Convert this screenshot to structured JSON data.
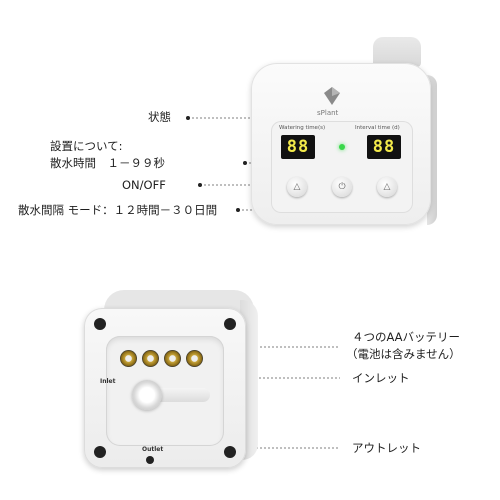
{
  "callouts": {
    "status": "状態",
    "settings_title": "設置について:",
    "watering_time": "散水時間　１－９９秒",
    "onoff": "ON/OFF",
    "interval_mode": "散水間隔 モード：１２時間－３０日間",
    "batteries": "４つのAAバッテリー",
    "batteries_note": "（電池は含みません）",
    "inlet": "インレット",
    "outlet": "アウトレット"
  },
  "device": {
    "brand": "sPlant",
    "watering_caption": "Watering time(s)",
    "interval_caption": "Interval time (d)",
    "watering_display": "88",
    "interval_display": "88",
    "up_glyph": "△",
    "power_glyph": "⏻",
    "inlet_label": "Inlet",
    "outlet_label": "Outlet"
  },
  "colors": {
    "display_digits": "#f2e94a",
    "status_led": "#39d74a",
    "battery_contact": "#c7a43a"
  }
}
